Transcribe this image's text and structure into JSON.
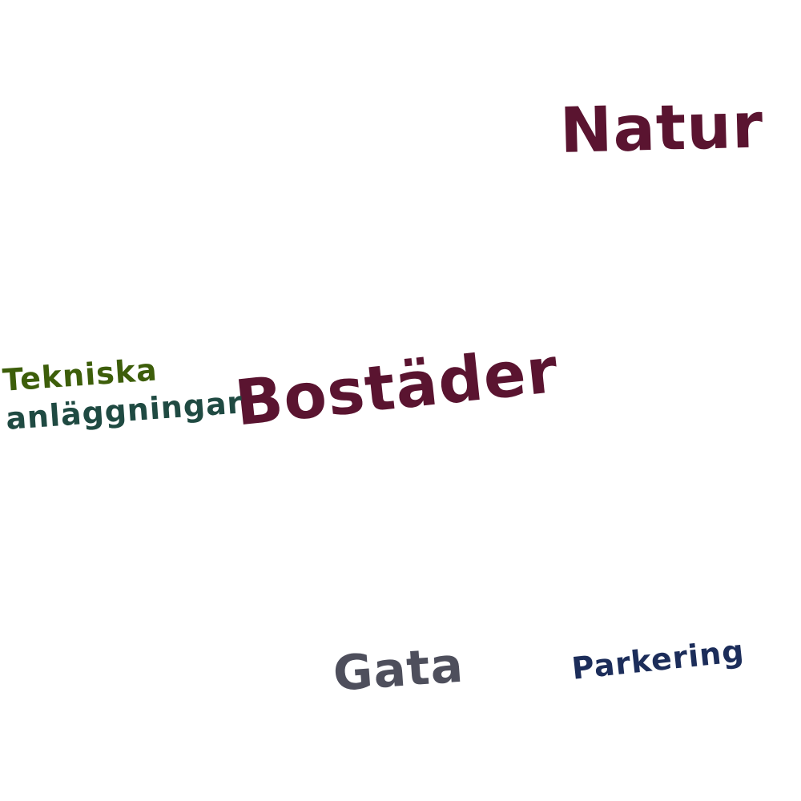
{
  "words": [
    {
      "id": "natur",
      "text": "Natur",
      "color": "#5a1430"
    },
    {
      "id": "bostader",
      "text": "Bostäder",
      "color": "#5a1430"
    },
    {
      "id": "tekniska",
      "text": "Tekniska",
      "color": "#3d5e0a"
    },
    {
      "id": "anlaggningar",
      "text": "anläggningar",
      "color": "#1f4a42"
    },
    {
      "id": "gata",
      "text": "Gata",
      "color": "#4e4f5c"
    },
    {
      "id": "parkering",
      "text": "Parkering",
      "color": "#1c2d5a"
    }
  ]
}
